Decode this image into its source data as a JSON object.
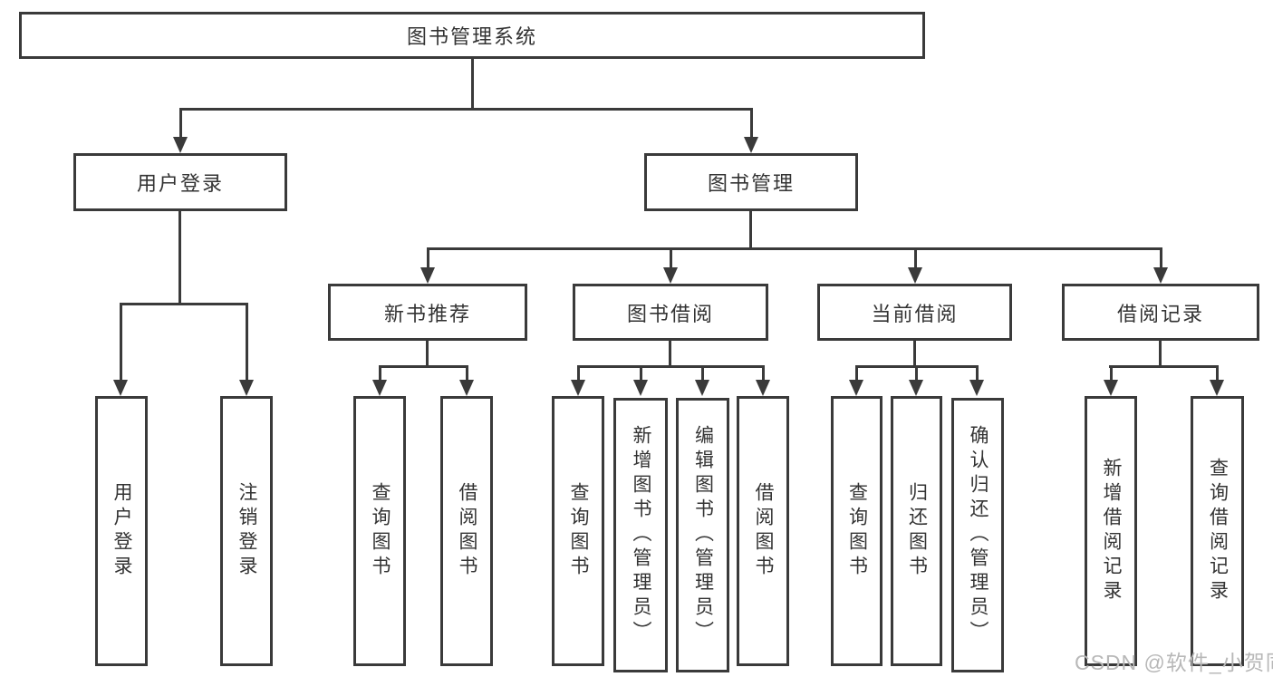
{
  "diagram": {
    "root": {
      "label": "图书管理系统"
    },
    "branches": [
      {
        "label": "用户登录",
        "children": [
          {
            "label": "用户登录"
          },
          {
            "label": "注销登录"
          }
        ]
      },
      {
        "label": "图书管理",
        "children": [
          {
            "label": "新书推荐",
            "children": [
              {
                "label": "查询图书"
              },
              {
                "label": "借阅图书"
              }
            ]
          },
          {
            "label": "图书借阅",
            "children": [
              {
                "label": "查询图书"
              },
              {
                "label": "新增图书（管理员）"
              },
              {
                "label": "编辑图书（管理员）"
              },
              {
                "label": "借阅图书"
              }
            ]
          },
          {
            "label": "当前借阅",
            "children": [
              {
                "label": "查询图书"
              },
              {
                "label": "归还图书"
              },
              {
                "label": "确认归还（管理员）"
              }
            ]
          },
          {
            "label": "借阅记录",
            "children": [
              {
                "label": "新增借阅记录"
              },
              {
                "label": "查询借阅记录"
              }
            ]
          }
        ]
      }
    ]
  },
  "watermark": {
    "text": "CSDN @软件_小贺同学"
  },
  "colors": {
    "line": "#3a3a3a",
    "text": "#333333",
    "watermark": "#b8b8b8",
    "background": "#ffffff"
  }
}
